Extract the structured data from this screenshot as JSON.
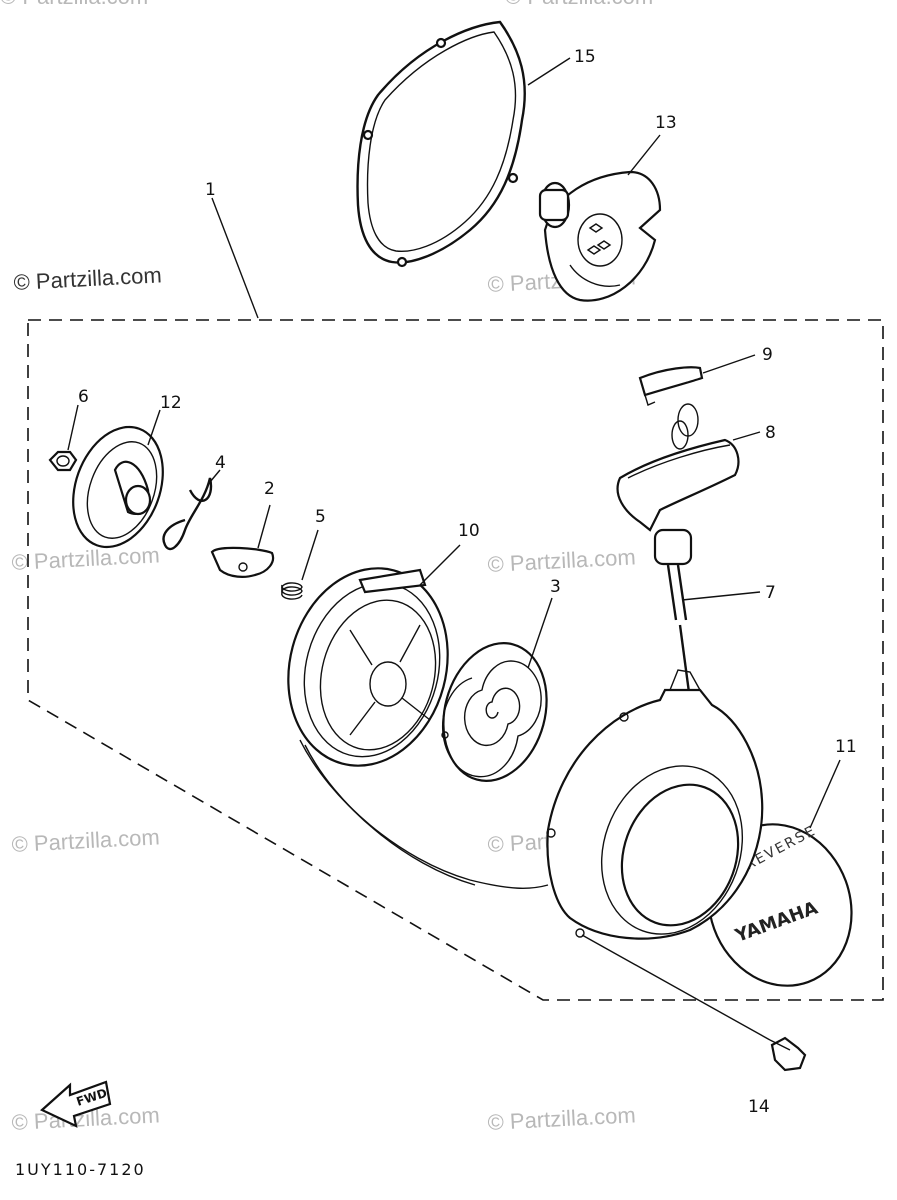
{
  "watermark": "© Partzilla.com",
  "diagram_code": "1UY110-7120",
  "fwd_label": "FWD",
  "emblem": {
    "word_top": "REVERSE",
    "word_main": "YAMAHA"
  },
  "callouts": {
    "c1": "1",
    "c2": "2",
    "c3": "3",
    "c4": "4",
    "c5": "5",
    "c6": "6",
    "c7": "7",
    "c8": "8",
    "c9": "9",
    "c10": "10",
    "c11": "11",
    "c12": "12",
    "c13": "13",
    "c14": "14",
    "c15": "15"
  }
}
